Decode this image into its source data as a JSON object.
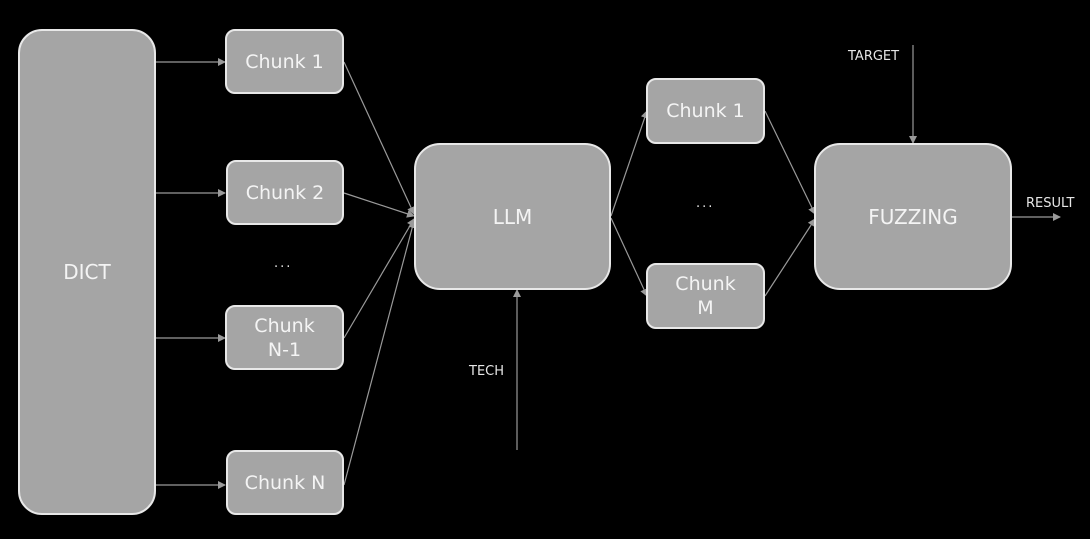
{
  "diagram": {
    "source": {
      "label": "DICT"
    },
    "input_chunks": [
      "Chunk 1",
      "Chunk 2",
      "Chunk\nN-1",
      "Chunk N"
    ],
    "input_ellipsis": "...",
    "processor": {
      "label": "LLM",
      "input_label": "TECH"
    },
    "output_chunks": [
      "Chunk 1",
      "Chunk\nM"
    ],
    "output_ellipsis": "...",
    "fuzzer": {
      "label": "FUZZING",
      "input_label": "TARGET",
      "output_label": "RESULT"
    },
    "colors": {
      "background": "#000000",
      "box_fill": "#a5a5a5",
      "box_border": "#e8e8e8",
      "line": "#9a9a9a",
      "text": "#f4f4f4"
    }
  }
}
